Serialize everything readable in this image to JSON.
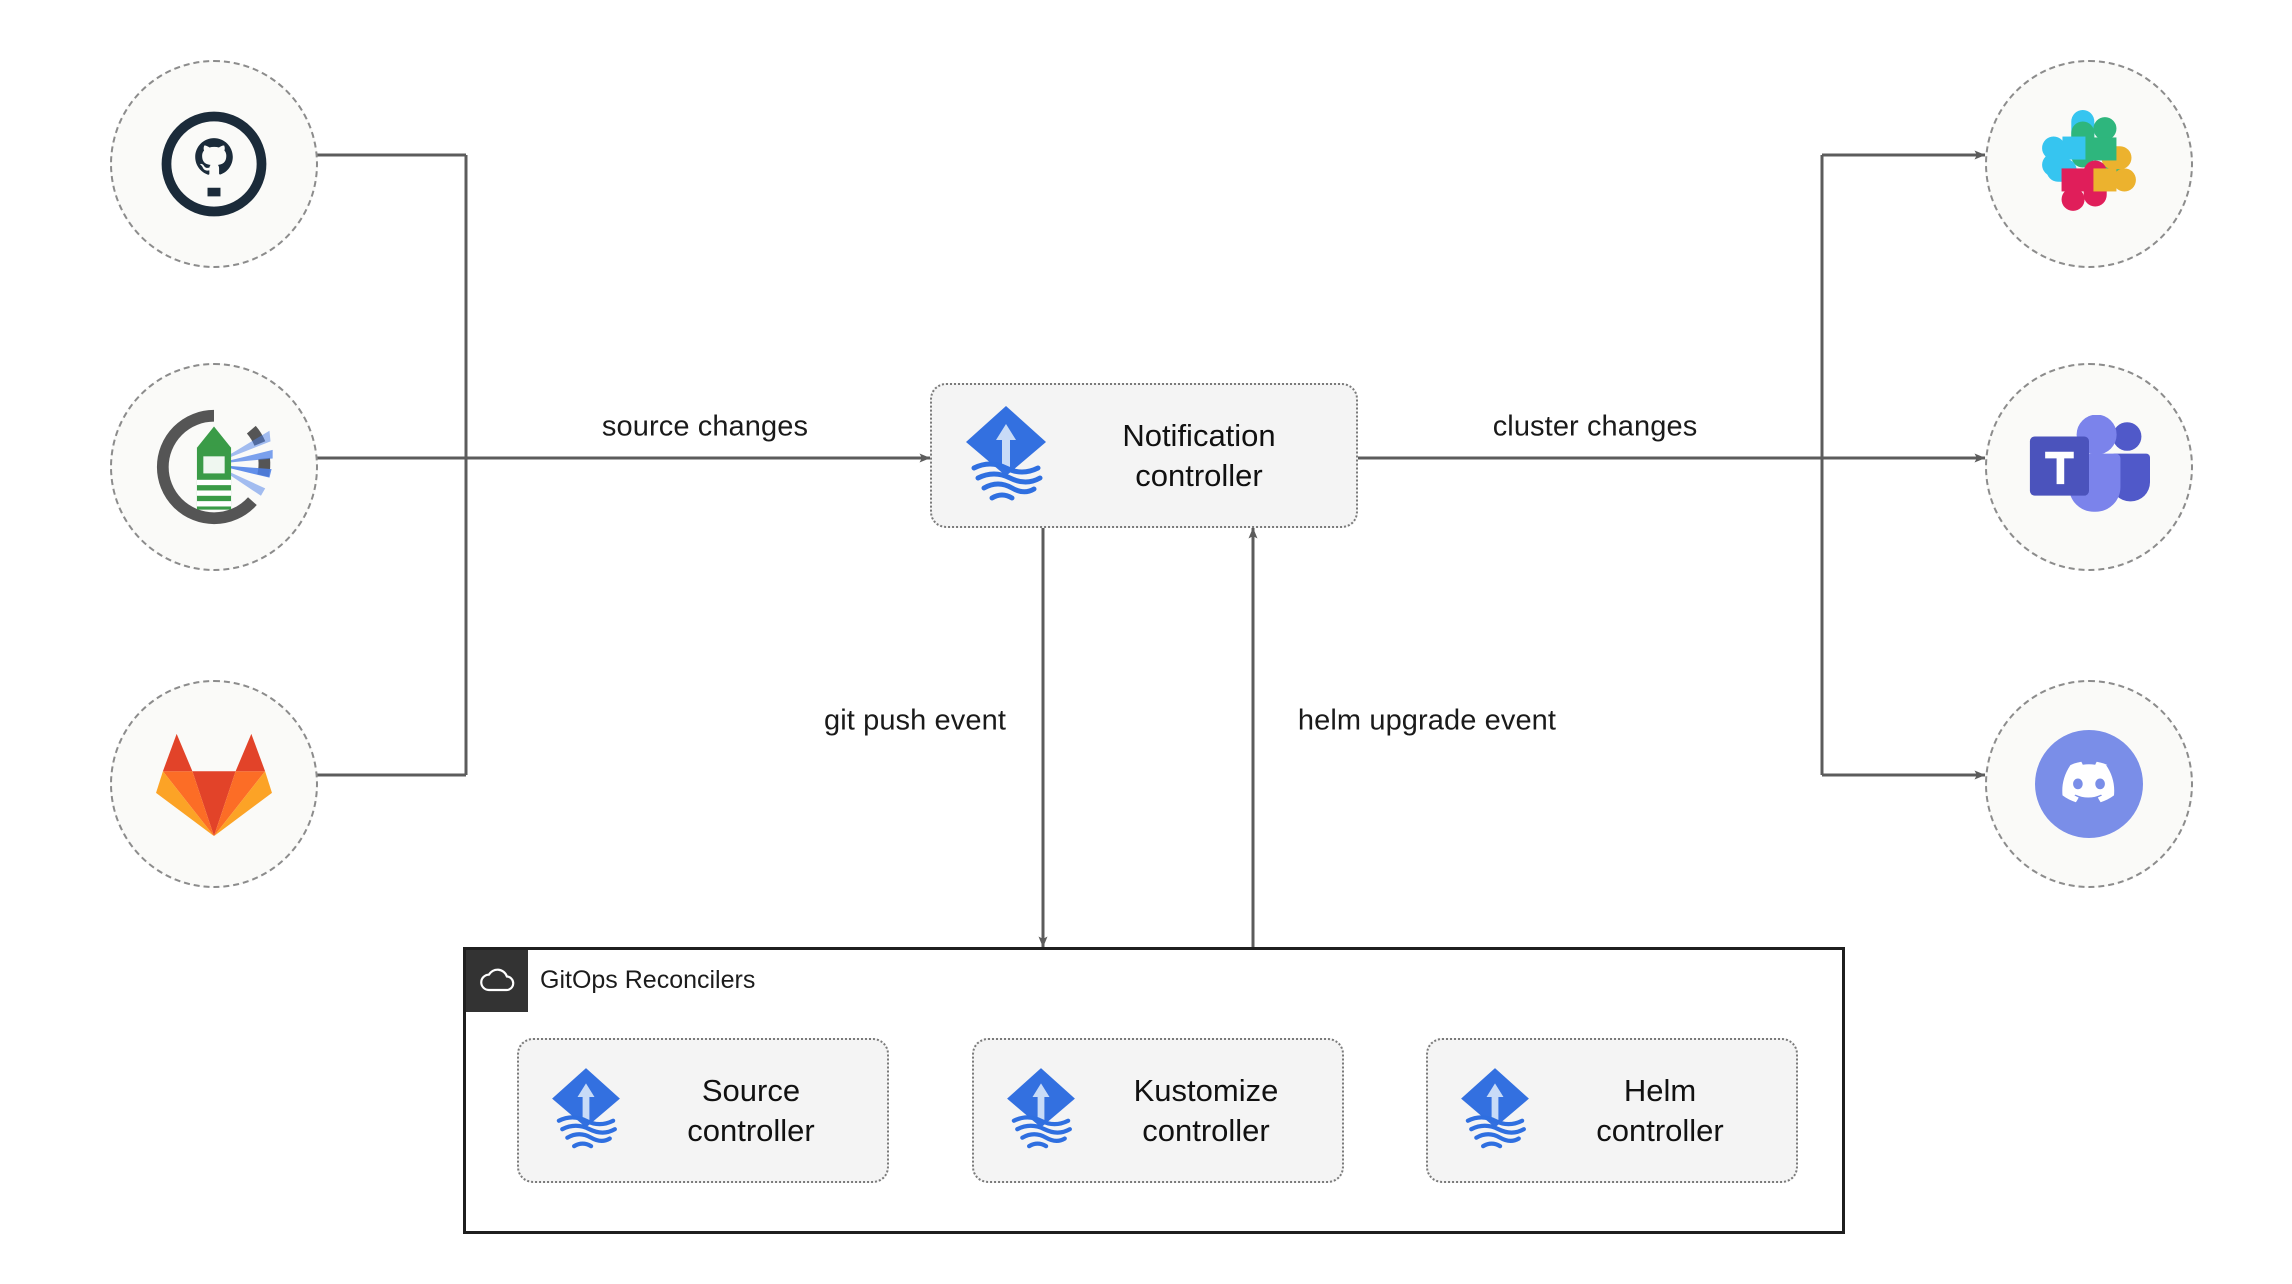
{
  "diagram": {
    "title": "Flux Notification Controller architecture",
    "background": "#ffffff",
    "edge_color": "#5c5c5c",
    "accent_flux_blue": "#326CE5"
  },
  "sources": [
    {
      "id": "github",
      "icon": "github-icon",
      "name": "GitHub"
    },
    {
      "id": "fluxcd",
      "icon": "fluxcd-lighthouse-icon",
      "name": "Flux"
    },
    {
      "id": "gitlab",
      "icon": "gitlab-icon",
      "name": "GitLab"
    }
  ],
  "providers": [
    {
      "id": "slack",
      "icon": "slack-icon",
      "name": "Slack"
    },
    {
      "id": "teams",
      "icon": "microsoft-teams-icon",
      "name": "Microsoft Teams"
    },
    {
      "id": "discord",
      "icon": "discord-icon",
      "name": "Discord"
    }
  ],
  "notification": {
    "label": "Notification\ncontroller",
    "line1": "Notification",
    "line2": "controller",
    "icon": "flux-icon"
  },
  "container": {
    "title": "GitOps Reconcilers",
    "icon": "cloud-icon",
    "boxes": [
      {
        "id": "source-controller",
        "line1": "Source",
        "line2": "controller",
        "icon": "flux-icon"
      },
      {
        "id": "kustomize-controller",
        "line1": "Kustomize",
        "line2": "controller",
        "icon": "flux-icon"
      },
      {
        "id": "helm-controller",
        "line1": "Helm",
        "line2": "controller",
        "icon": "flux-icon"
      }
    ]
  },
  "edges": [
    {
      "id": "source-changes",
      "label": "source changes"
    },
    {
      "id": "cluster-changes",
      "label": "cluster changes"
    },
    {
      "id": "git-push-event",
      "label": "git push event"
    },
    {
      "id": "helm-upgrade-event",
      "label": "helm upgrade event"
    }
  ],
  "colors": {
    "github_dark": "#1B2B3A",
    "gitlab_red": "#E24329",
    "gitlab_orange": "#FC6D26",
    "gitlab_light_orange": "#FCA326",
    "slack_cyan": "#36C5F0",
    "slack_green": "#2EB67D",
    "slack_crimson": "#E01E5A",
    "slack_yellow": "#ECB22E",
    "teams_purple": "#5059C9",
    "teams_light": "#7B83EB",
    "discord_blurple": "#7289DA",
    "flux_blue": "#326CE5",
    "flux_green": "#3A9B47",
    "node_fill": "#fafaf8",
    "box_fill": "#f4f4f4",
    "stroke": "#5c5c5c"
  }
}
